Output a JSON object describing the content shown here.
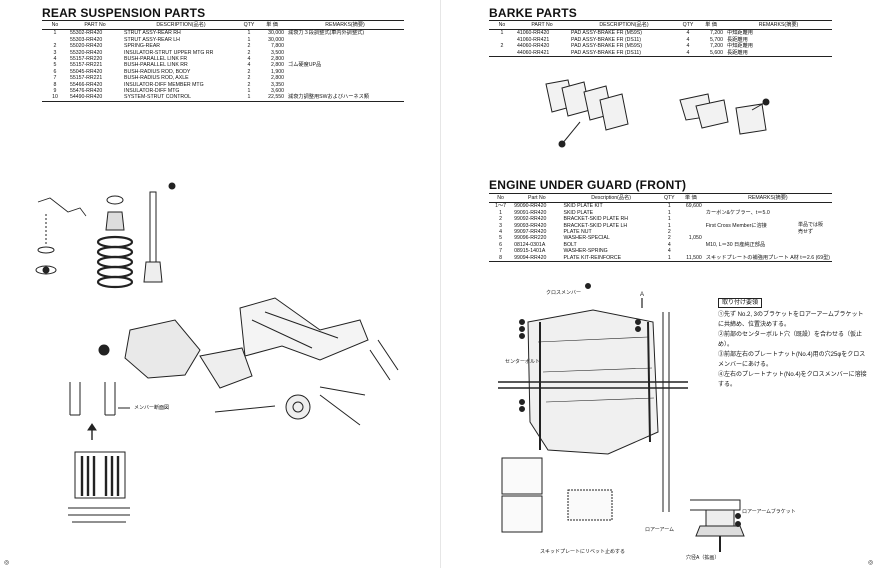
{
  "rear_suspension": {
    "title": "REAR SUSPENSION PARTS",
    "headers": [
      "No",
      "PART No",
      "DESCRIPTION(品名)",
      "QTY",
      "単 価",
      "REMARKS(摘要)"
    ],
    "rows": [
      {
        "no": "1",
        "part": "55302-RR420",
        "desc": "STRUT ASSY-REAR RH",
        "qty": "1",
        "price": "30,000",
        "remarks": "減衰力３段調整式(車内外調整式)"
      },
      {
        "no": "",
        "part": "55303-RR420",
        "desc": "STRUT ASSY-REAR LH",
        "qty": "1",
        "price": "30,000",
        "remarks": ""
      },
      {
        "no": "2",
        "part": "55020-RR420",
        "desc": "SPRING-REAR",
        "qty": "2",
        "price": "7,800",
        "remarks": ""
      },
      {
        "no": "3",
        "part": "55320-RR420",
        "desc": "INSULATOR-STRUT UPPER MTG RR",
        "qty": "2",
        "price": "3,500",
        "remarks": ""
      },
      {
        "no": "4",
        "part": "55157-RR220",
        "desc": "BUSH-PARALLEL LINK FR",
        "qty": "4",
        "price": "2,800",
        "remarks": ""
      },
      {
        "no": "5",
        "part": "55157-RR221",
        "desc": "BUSH-PARALLEL LINK RR",
        "qty": "4",
        "price": "2,800",
        "remarks": "ゴム硬度UP品"
      },
      {
        "no": "6",
        "part": "55045-RR420",
        "desc": "BUSH-RADIUS ROD, BODY",
        "qty": "2",
        "price": "1,900",
        "remarks": ""
      },
      {
        "no": "7",
        "part": "55157-RR221",
        "desc": "BUSH-RADIUS ROD, AXLE",
        "qty": "2",
        "price": "2,800",
        "remarks": ""
      },
      {
        "no": "8",
        "part": "55466-RR420",
        "desc": "INSULATOR-DIFF MEMBER MTG",
        "qty": "2",
        "price": "3,350",
        "remarks": ""
      },
      {
        "no": "9",
        "part": "55476-RR420",
        "desc": "INSULATOR-DIFF MTG",
        "qty": "1",
        "price": "3,600",
        "remarks": ""
      },
      {
        "no": "10",
        "part": "54490-RR420",
        "desc": "SYSTEM-STRUT CONTROL",
        "qty": "1",
        "price": "22,550",
        "remarks": "減衰力調整用SWおよびハーネス類"
      }
    ],
    "diagram_labels": {
      "member_section": "メンバー断面図"
    }
  },
  "brake": {
    "title": "BARKE PARTS",
    "headers": [
      "No",
      "PART No",
      "DESCRIPTION(品名)",
      "QTY",
      "単 価",
      "REMARKS(摘要)"
    ],
    "rows": [
      {
        "no": "1",
        "part": "41060-RR420",
        "desc": "PAD ASSY-BRAKE FR (M59S)",
        "qty": "4",
        "price": "7,200",
        "remarks": "中知距離用"
      },
      {
        "no": "",
        "part": "41060-RR421",
        "desc": "PAD ASSY-BRAKE FR (DS11)",
        "qty": "4",
        "price": "5,700",
        "remarks": "長距離用"
      },
      {
        "no": "2",
        "part": "44060-RR420",
        "desc": "PAD ASSY-BRAKE FR (M59S)",
        "qty": "4",
        "price": "7,200",
        "remarks": "中知距離用"
      },
      {
        "no": "",
        "part": "44060-RR421",
        "desc": "PAD ASSY-BRAKE FR (DS11)",
        "qty": "4",
        "price": "5,600",
        "remarks": "長距離用"
      }
    ]
  },
  "engine_guard": {
    "title": "ENGINE UNDER GUARD (FRONT)",
    "headers": [
      "No",
      "Part No",
      "Description(品名)",
      "QTY",
      "単 価",
      "REMARKS(摘要)"
    ],
    "rows": [
      {
        "no": "1～7",
        "part": "99090-RR420",
        "desc": "SKID PLATE KIT",
        "qty": "1",
        "price": "69,600",
        "remarks": ""
      },
      {
        "no": "1",
        "part": "99091-RR420",
        "desc": "SKID PLATE",
        "qty": "1",
        "price": "",
        "remarks": "カーボン&ケブラー、t＝5.0"
      },
      {
        "no": "2",
        "part": "99092-RR420",
        "desc": "BRACKET-SKID PLATE RH",
        "qty": "1",
        "price": "",
        "remarks": ""
      },
      {
        "no": "3",
        "part": "99093-RR420",
        "desc": "BRACKET-SKID PLATE LH",
        "qty": "1",
        "price": "",
        "remarks": "First Cross Memberに溶接"
      },
      {
        "no": "4",
        "part": "99097-RR420",
        "desc": "PLATE NUT",
        "qty": "2",
        "price": "",
        "remarks": ""
      },
      {
        "no": "5",
        "part": "99096-RR220",
        "desc": "WASHER-SPECIAL",
        "qty": "2",
        "price": "1,050",
        "remarks": ""
      },
      {
        "no": "6",
        "part": "08124-0301A",
        "desc": "BOLT",
        "qty": "4",
        "price": "",
        "remarks": "M10, L＝30 日産純正部品"
      },
      {
        "no": "7",
        "part": "08915-1401A",
        "desc": "WASHER-SPRING",
        "qty": "4",
        "price": "",
        "remarks": ""
      },
      {
        "no": "8",
        "part": "99094-RR420",
        "desc": "PLATE KIT-REINFORCE",
        "qty": "1",
        "price": "11,500",
        "remarks": "スキッドプレートの補強用プレート A材 t＝2.6 (69型)"
      }
    ],
    "side_note": "単品では販売せず",
    "diagram_labels": {
      "cross_member": "クロスメンバー",
      "center_bolt": "センターボルト",
      "skid_rivet": "スキッドプレートにリベット止めする",
      "lower_arm": "ロアーアーム",
      "lower_arm_bracket": "ロアーアームブラケット",
      "hole_a": "穴径A（拡画）",
      "arrow_a": "A"
    }
  },
  "install": {
    "title": "取り付け要領",
    "steps": [
      "①先ず No.2, 3のブラケットをロアーアームブラケットに共締め、位置決めする。",
      "②前部のセンターボルト穴（既設）を合わせる（仮止め）。",
      "③前部左右のプレートナット(No.4)用の穴25φをクロスメンバーにあける。",
      "④左右のプレートナット(No.4)をクロスメンバーに溶接する。"
    ]
  }
}
